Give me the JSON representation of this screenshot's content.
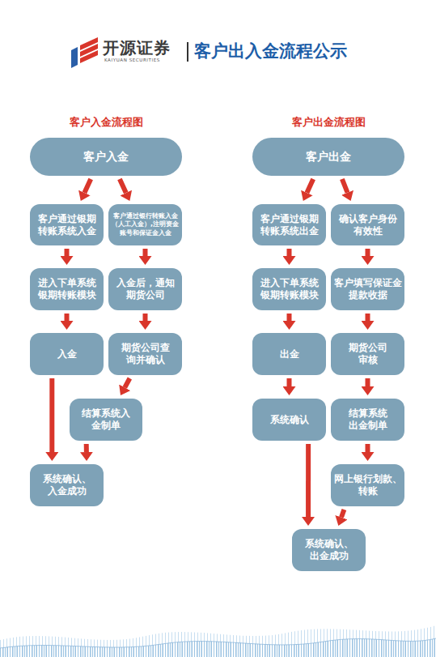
{
  "diagram": {
    "title": "客户出入金流程公示",
    "nodes": [
      {
        "text": [
          "客户入金"
        ]
      },
      {
        "text": [
          "客户通过银期转账系统入金"
        ]
      },
      {
        "text": [
          "客户通过银行转账入金（人工入金）,注明资金账号和保证金入金"
        ]
      },
      {
        "text": [
          "进入下单系统银期转账模块"
        ]
      },
      {
        "text": [
          "入金后，通知期货公司"
        ]
      },
      {
        "text": [
          "入金"
        ]
      },
      {
        "text": [
          "期货公司查询并确认"
        ]
      },
      {
        "text": [
          "结算系统入金制单"
        ]
      },
      {
        "text": [
          "系统确认、入金成功"
        ]
      },
      {
        "text": [
          "客户出金"
        ]
      },
      {
        "text": [
          "客户通过银期转账系统出金"
        ]
      },
      {
        "text": [
          "确认客户身份有效性"
        ]
      },
      {
        "text": [
          "进入下单系统银期转账模块"
        ]
      },
      {
        "text": [
          "客户填写保证金提款收据"
        ]
      },
      {
        "text": [
          "出金"
        ]
      },
      {
        "text": [
          "期货公司审核"
        ]
      },
      {
        "text": [
          "系统确认"
        ]
      },
      {
        "text": [
          "结算系统出金制单"
        ]
      },
      {
        "text": [
          "网上银行划款、转账"
        ]
      },
      {
        "text": [
          "系统确认、出金成功"
        ]
      }
    ],
    "edges": [
      {
        "from": 0,
        "to": 1,
        "arrow": "to"
      },
      {
        "from": 0,
        "to": 2,
        "arrow": "to"
      },
      {
        "from": 1,
        "to": 3,
        "arrow": "to"
      },
      {
        "from": 3,
        "to": 5,
        "arrow": "to"
      },
      {
        "from": 5,
        "to": 8,
        "arrow": "to"
      },
      {
        "from": 2,
        "to": 4,
        "arrow": "to"
      },
      {
        "from": 4,
        "to": 6,
        "arrow": "to"
      },
      {
        "from": 6,
        "to": 7,
        "arrow": "to"
      },
      {
        "from": 7,
        "to": 8,
        "arrow": "to"
      },
      {
        "from": 9,
        "to": 10,
        "arrow": "to"
      },
      {
        "from": 9,
        "to": 11,
        "arrow": "to"
      },
      {
        "from": 10,
        "to": 12,
        "arrow": "to"
      },
      {
        "from": 12,
        "to": 14,
        "arrow": "to"
      },
      {
        "from": 14,
        "to": 16,
        "arrow": "to"
      },
      {
        "from": 16,
        "to": 19,
        "arrow": "to"
      },
      {
        "from": 11,
        "to": 13,
        "arrow": "to"
      },
      {
        "from": 13,
        "to": 15,
        "arrow": "to"
      },
      {
        "from": 15,
        "to": 17,
        "arrow": "to"
      },
      {
        "from": 17,
        "to": 18,
        "arrow": "to"
      },
      {
        "from": 18,
        "to": 19,
        "arrow": "to"
      }
    ],
    "labels": [
      "开源证券",
      "KAIYUAN SECURITIES",
      "客户入金流程图",
      "客户出金流程图"
    ]
  }
}
